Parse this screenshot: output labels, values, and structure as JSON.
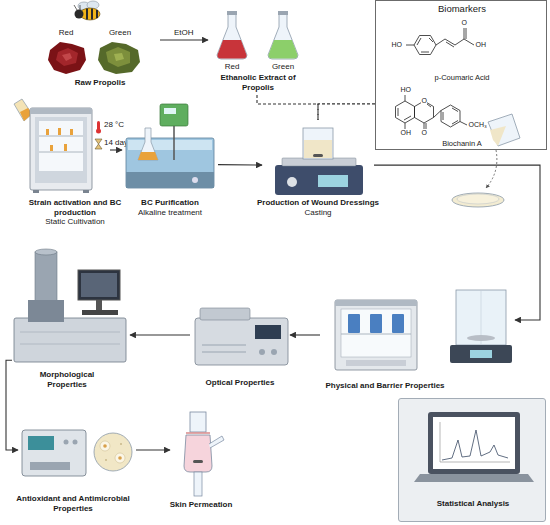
{
  "diagram": {
    "nodes": [
      {
        "text": [
          "Red",
          "Green",
          "Raw Propolis"
        ]
      },
      {
        "text": [
          "Red",
          "Green",
          "Ethanolic Extract of Propolis"
        ]
      },
      {
        "text": [
          "Biomarkers"
        ]
      },
      {
        "text": [
          "p-Coumaric Acid"
        ],
        "in": 2
      },
      {
        "text": [
          "Biochanin A"
        ],
        "in": 2
      },
      {
        "text": [
          "28 °C",
          "14 days",
          "Strain activation and BC production",
          "Static Cultivation"
        ]
      },
      {
        "text": [
          "BC Purification",
          "Alkaline treatment"
        ]
      },
      {
        "text": [
          "Production of Wound Dressings",
          "Casting"
        ]
      },
      {
        "text": [
          "Physical and Barrier Properties"
        ]
      },
      {
        "text": [
          "Optical Properties"
        ]
      },
      {
        "text": [
          "Morphological Properties"
        ]
      },
      {
        "text": [
          "Antioxidant and Antimicrobial Properties"
        ]
      },
      {
        "text": [
          "Skin Permeation"
        ]
      },
      {
        "text": [
          "Statistical Analysis"
        ]
      }
    ],
    "edges": [
      {
        "from": 0,
        "to": 1,
        "label": "EtOH",
        "arrow": "to"
      },
      {
        "from": 1,
        "to": 7,
        "arrow": "none"
      },
      {
        "from": 2,
        "to": 7,
        "arrow": "none"
      },
      {
        "from": 5,
        "to": 6,
        "arrow": "to"
      },
      {
        "from": 6,
        "to": 7,
        "arrow": "to"
      },
      {
        "from": 7,
        "to": 8,
        "arrow": "to"
      },
      {
        "from": 8,
        "to": 9,
        "arrow": "to"
      },
      {
        "from": 9,
        "to": 10,
        "arrow": "to"
      },
      {
        "from": 10,
        "to": 11,
        "arrow": "to"
      },
      {
        "from": 11,
        "to": 12,
        "arrow": "to"
      }
    ],
    "labels": [
      "HO",
      "O",
      "OH",
      "HO",
      "O",
      "OH",
      "O",
      "OCH₃"
    ]
  }
}
